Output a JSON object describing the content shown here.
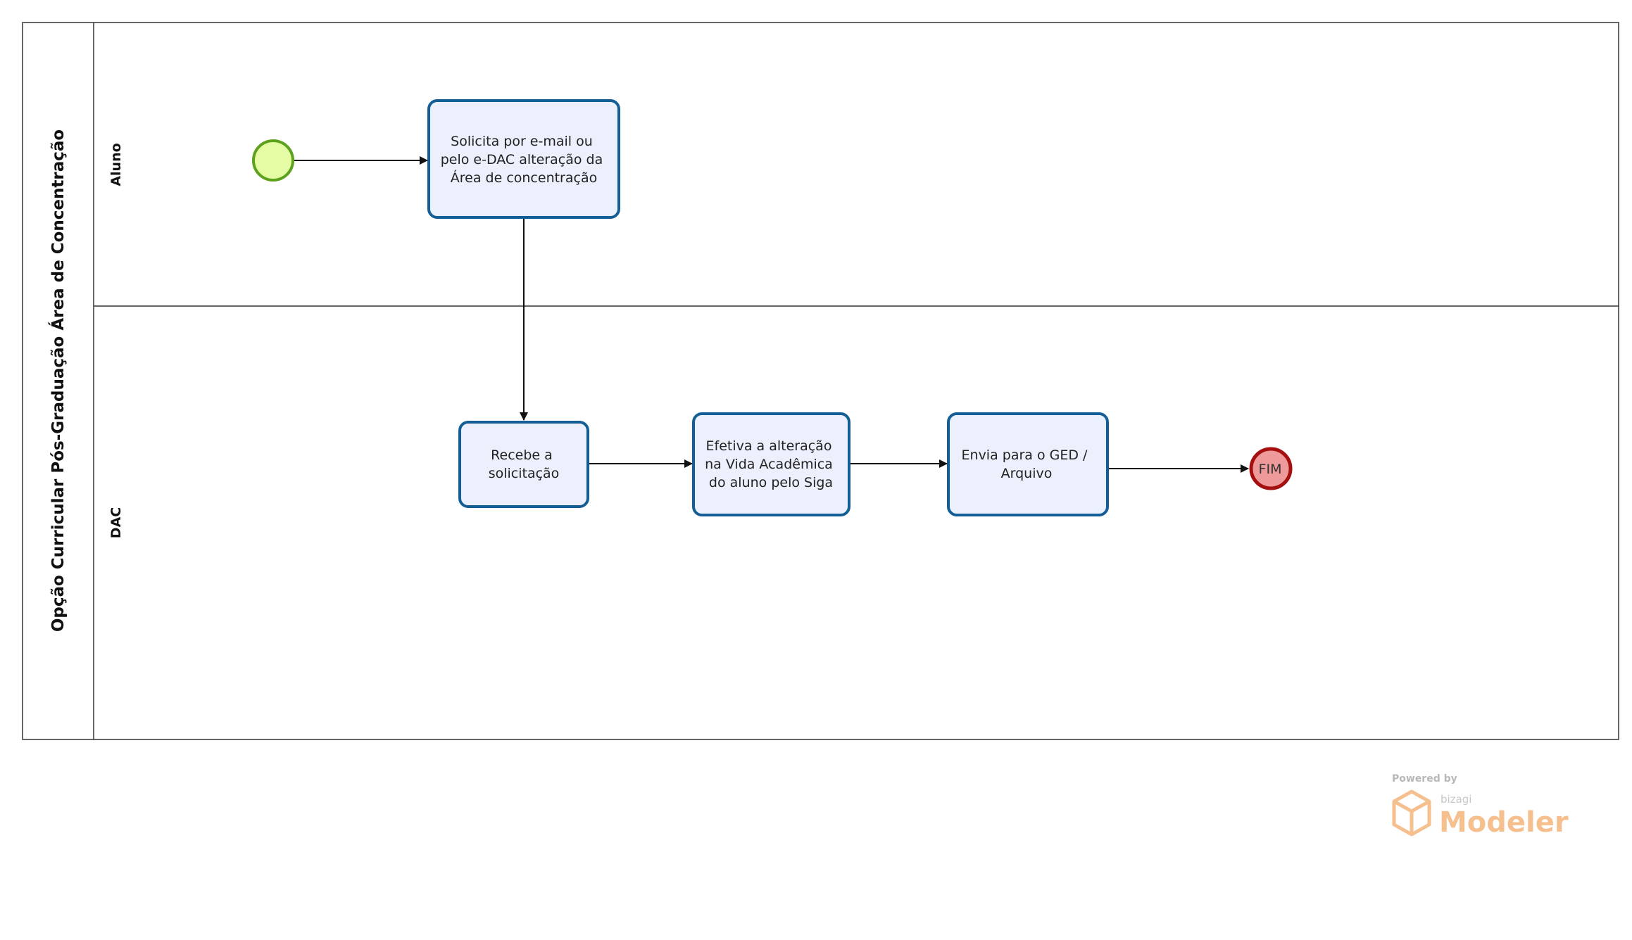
{
  "pool": {
    "title": "Opção Curricular Pós-Graduação Área de Concentração"
  },
  "lanes": [
    {
      "id": "aluno",
      "title": "Aluno"
    },
    {
      "id": "dac",
      "title": "DAC"
    }
  ],
  "tasks": {
    "solicita": {
      "lines": [
        "Solicita por e-mail ou",
        "pelo e-DAC alteração da",
        "Área de concentração"
      ]
    },
    "recebe": {
      "lines": [
        "Recebe a",
        "solicitação"
      ]
    },
    "efetiva": {
      "lines": [
        "Efetiva a alteração",
        "na Vida Acadêmica",
        "do aluno pelo Siga"
      ]
    },
    "envia": {
      "lines": [
        "Envia para o GED /",
        "Arquivo"
      ]
    }
  },
  "events": {
    "end_label": "FIM"
  },
  "watermark": {
    "powered_by": "Powered by",
    "brand_small": "bizagi",
    "brand_big": "Modeler"
  },
  "colors": {
    "task_fill": "#ecf0fc",
    "task_stroke": "#135e96",
    "start_fill": "#e6fca4",
    "start_stroke": "#5da21c",
    "end_fill": "#ef9a9a",
    "end_stroke": "#a50f0f",
    "lines": "#111111",
    "watermark_orange": "#f6c08e"
  }
}
